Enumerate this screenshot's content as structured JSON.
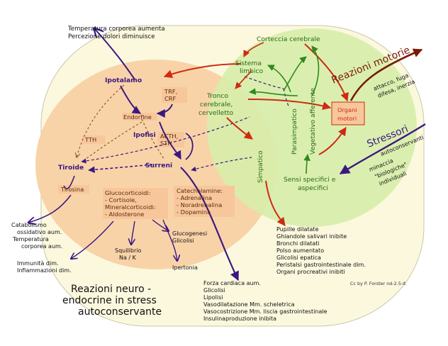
{
  "top_text": [
    "Temperatura corporea aumenta",
    "Percezione dolori diminuisce"
  ],
  "nodes": {
    "ipotalamo": "Ipotalamo",
    "ipofisi": "Ipofisi",
    "surreni": "Surreni",
    "tiroide": "Tiroide",
    "endorfine": "Endorfine",
    "trf": [
      "TRF,",
      "CRF"
    ],
    "tth": "TTH",
    "acth": [
      "ACTH,",
      "STH"
    ],
    "tirosina": "Tirosina",
    "glucocorticoidi": [
      "Glucocorticoidi:",
      "- Cortisole,",
      "Mineralcorticoidi:",
      "- Aldosterone"
    ],
    "catecholamine": [
      "Catecholamine:",
      "- Adrenalina",
      "- Noradrenalina",
      "- Dopamina"
    ],
    "corteccia": "Corteccia cerebrale",
    "sistema_limbico": [
      "Sistema",
      "limbico"
    ],
    "tronco": [
      "Tronco",
      "cerebrale,",
      "cervelletto"
    ],
    "simpatico": "Simpatico",
    "parasimpatico": "Parasimpatico",
    "vegetativo": "Vegetativo afferente",
    "sensi": [
      "Sensi specifici e",
      "aspecifici"
    ],
    "organi": [
      "Organi",
      "motori"
    ]
  },
  "effects": {
    "catabolismo": [
      "Catabolismo",
      "ossidativo aum.",
      "Temperatura",
      "corporea aum."
    ],
    "immunita": [
      "Immunità dim.",
      "Infiammazioni dim."
    ],
    "equilibrio": [
      "Squilibrio",
      "Na / K"
    ],
    "glucogenesi": [
      "Glucogenesi",
      "Glicolisi"
    ],
    "ipertonia": "Ipertonia",
    "sympathetic": [
      "Pupille dilatate",
      "Ghiandole salivari inibite",
      "Bronchi dilatati",
      "Polso aumentato",
      "Glicolisi epatica",
      "Peristalsi gastrointestinale dim.",
      "Organi procreativi inibiti"
    ],
    "catechol": [
      "Forza cardiaca aum.",
      "Glicolisi",
      "Lipolisi",
      "Vasodilatazione Mm. scheletrica",
      "Vasocostrizione Mm. liscia gastrointestinale",
      "Insulinaproduzione inibita"
    ]
  },
  "reazioni_motorie": "Reazioni motorie",
  "motorie_sub": [
    "attacco, fuga",
    "difesa, inerzia"
  ],
  "stressori": "Stressori",
  "stressori_sub": "autoconservanti",
  "minaccia": [
    "minaccia",
    "\"biologiche\"",
    "individuali"
  ],
  "title": [
    "Reazioni neuro -",
    "endocrine in stress",
    "autoconservante"
  ],
  "credit": "Cc by P. Forster nd-2.5-it",
  "colors": {
    "bg_oval": "#fbf8de",
    "orange": "#f9d3a8",
    "green": "#d6edaa",
    "box": "#f7c79b",
    "navy": "#3b1880",
    "red": "#cf2a12",
    "green_arrow": "#2f8a1e",
    "brown": "#7a1a08"
  }
}
